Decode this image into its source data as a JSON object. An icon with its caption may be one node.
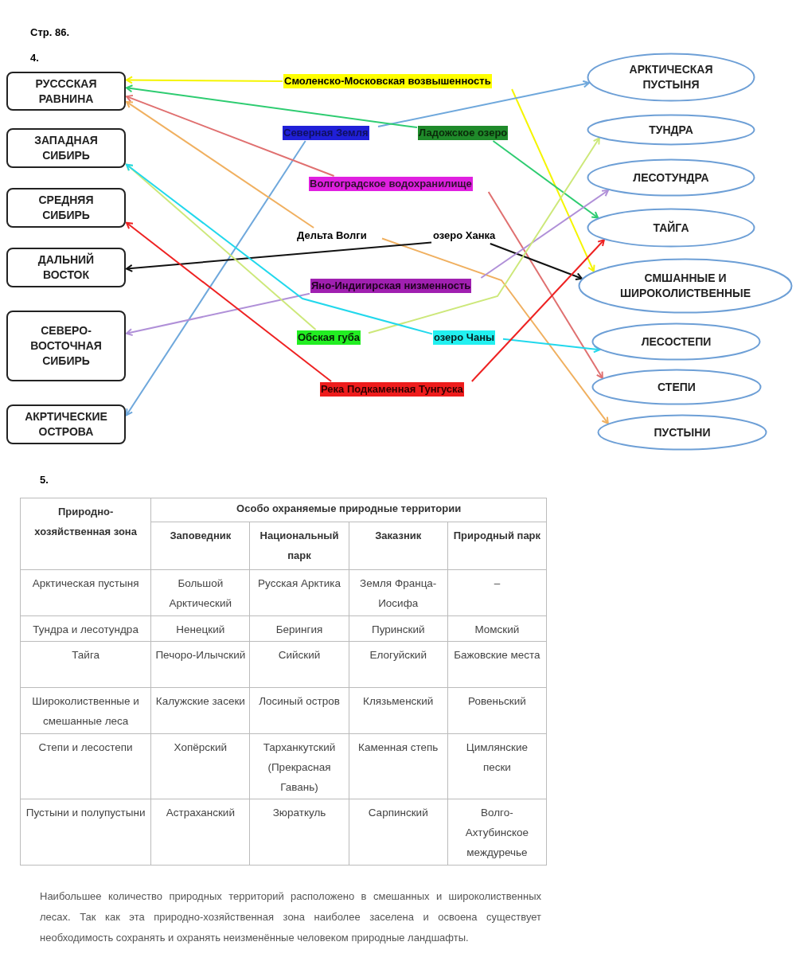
{
  "diagram": {
    "nodes": [
      {
        "text": [
          "РУСССКАЯ РАВНИНА"
        ]
      },
      {
        "text": [
          "ЗАПАДНАЯ СИБИРЬ"
        ]
      },
      {
        "text": [
          "СРЕДНЯЯ СИБИРЬ"
        ]
      },
      {
        "text": [
          "ДАЛЬНИЙ ВОСТОК"
        ]
      },
      {
        "text": [
          "СЕВЕРО-ВОСТОЧНАЯ СИБИРЬ"
        ]
      },
      {
        "text": [
          "АКРТИЧЕСКИЕ ОСТРОВА"
        ]
      },
      {
        "text": [
          "АРКТИЧЕСКАЯ ПУСТЫНЯ"
        ]
      },
      {
        "text": [
          "ТУНДРА"
        ]
      },
      {
        "text": [
          "ЛЕСОТУНДРА"
        ]
      },
      {
        "text": [
          "ТАЙГА"
        ]
      },
      {
        "text": [
          "СМШАННЫЕ И ШИРОКОЛИСТВЕННЫЕ"
        ]
      },
      {
        "text": [
          "ЛЕСОСТЕПИ"
        ]
      },
      {
        "text": [
          "СТЕПИ"
        ]
      },
      {
        "text": [
          "ПУСТЫНИ"
        ]
      },
      {
        "text": [
          "Смоленско-Московская возвышенность"
        ]
      },
      {
        "text": [
          "Северная Земля"
        ]
      },
      {
        "text": [
          "Ладожское озеро"
        ]
      },
      {
        "text": [
          "Волгоградское водохранилище"
        ]
      },
      {
        "text": [
          "Дельта Волги"
        ]
      },
      {
        "text": [
          "озеро Ханка"
        ]
      },
      {
        "text": [
          "Яно-Индигирская низменность"
        ]
      },
      {
        "text": [
          "Обская губа"
        ]
      },
      {
        "text": [
          "озеро Чаны"
        ]
      },
      {
        "text": [
          "Река Подкаменная Тунгуска"
        ]
      }
    ],
    "edges": [
      {
        "from": 14,
        "to": 0,
        "arrow": "to",
        "color": "#f5f500"
      },
      {
        "from": 14,
        "to": 10,
        "arrow": "to",
        "color": "#f5f500"
      },
      {
        "from": 15,
        "to": 6,
        "arrow": "to",
        "color": "#6fa8dc"
      },
      {
        "from": 15,
        "to": 5,
        "arrow": "to",
        "color": "#6fa8dc"
      },
      {
        "from": 16,
        "to": 0,
        "arrow": "to",
        "color": "#2ecc71"
      },
      {
        "from": 16,
        "to": 9,
        "arrow": "to",
        "color": "#2ecc71"
      },
      {
        "from": 17,
        "to": 0,
        "arrow": "to",
        "color": "#e07070"
      },
      {
        "from": 17,
        "to": 12,
        "arrow": "to",
        "color": "#e07070"
      },
      {
        "from": 18,
        "to": 0,
        "arrow": "to",
        "color": "#f0b060"
      },
      {
        "from": 18,
        "to": 13,
        "arrow": "to",
        "color": "#f0b060"
      },
      {
        "from": 19,
        "to": 3,
        "arrow": "to",
        "color": "#111111"
      },
      {
        "from": 19,
        "to": 10,
        "arrow": "to",
        "color": "#111111"
      },
      {
        "from": 20,
        "to": 4,
        "arrow": "to",
        "color": "#b090d8"
      },
      {
        "from": 20,
        "to": 8,
        "arrow": "to",
        "color": "#b090d8"
      },
      {
        "from": 21,
        "to": 1,
        "arrow": "to",
        "color": "#cde87a"
      },
      {
        "from": 21,
        "to": 7,
        "arrow": "to",
        "color": "#cde87a"
      },
      {
        "from": 22,
        "to": 1,
        "arrow": "to",
        "color": "#22d8ec"
      },
      {
        "from": 22,
        "to": 11,
        "arrow": "to",
        "color": "#22d8ec"
      },
      {
        "from": 23,
        "to": 2,
        "arrow": "to",
        "color": "#ee2222"
      },
      {
        "from": 23,
        "to": 9,
        "arrow": "to",
        "color": "#ee2222"
      }
    ],
    "labels": [
      "Стр. 86.",
      "4.",
      "5.",
      "Природно-хозяйственная зона",
      "Особо охраняемые природные территории",
      "Заповедник",
      "Национальный парк",
      "Заказник",
      "Природный парк",
      "Арктическая пустыня",
      "Большой Арктический",
      "Русская Арктика",
      "Земля Франца-Иосифа",
      "–",
      "Тундра и лесотундра",
      "Ненецкий",
      "Берингия",
      "Пуринский",
      "Момский",
      "Тайга",
      "Печоро-Илычский",
      "Сийский",
      "Елогуйский",
      "Бажовские места",
      "Широколиственные и смешанные леса",
      "Калужские засеки",
      "Лосиный остров",
      "Клязьменский",
      "Ровеньский",
      "Степи и лесостепи",
      "Хопёрский",
      "Тарханкутский (Прекрасная Гавань)",
      "Каменная степь",
      "Цимлянские пески",
      "Пустыни и полупустыни",
      "Астраханский",
      "Зюраткуль",
      "Сарпинский",
      "Волго-Ахтубинское междуречье",
      "Наибольшее количество природных территорий расположено в смешанных и широколиственных лесах. Так как эта природно-хозяйственная зона наиболее заселена и освоена существует необходимость сохранять и охранять неизменённые человеком природные ландшафты."
    ]
  }
}
